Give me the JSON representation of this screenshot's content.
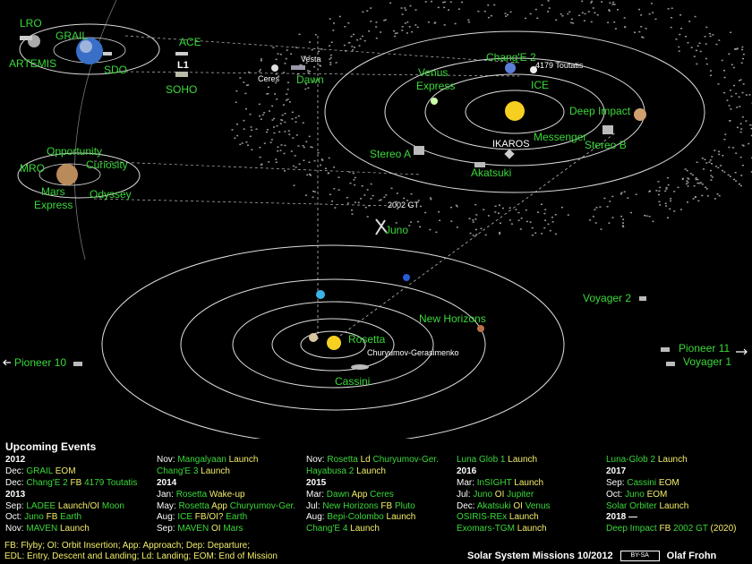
{
  "earth_system": {
    "labels": [
      "LRO",
      "GRAIL",
      "ARTEMIS",
      "SDO",
      "ACE",
      "L1",
      "SOHO"
    ]
  },
  "small_bodies": {
    "ceres": "Ceres",
    "vesta": "Vesta",
    "dawn": "Dawn",
    "gt": "2002 GT",
    "juno": "Juno",
    "toutatis": "4179 Toutatis"
  },
  "inner_system": {
    "labels": [
      "Chang'E 2",
      "ICE",
      "Venus Express",
      "Deep Impact",
      "Messenger",
      "Stereo B",
      "Stereo A",
      "IKAROS",
      "Akatsuki"
    ]
  },
  "mars_system": {
    "labels": [
      "Opportunity",
      "MRO",
      "Curiosity",
      "Mars Express",
      "Odyssey"
    ]
  },
  "outer_system": {
    "rosetta": "Rosetta",
    "comet": "Churyumov-Gerasimenko",
    "cassini": "Cassini",
    "new_horizons": "New Horizons"
  },
  "far_probes": {
    "pioneer10": "Pioneer 10",
    "pioneer11": "Pioneer 11",
    "voyager1": "Voyager 1",
    "voyager2": "Voyager 2"
  },
  "events": {
    "title": "Upcoming Events",
    "col1": [
      [
        "2012",
        "yr"
      ],
      [
        "Dec: |GRAIL| EOM",
        ""
      ],
      [
        "Dec: |Chang'E 2| FB |4179 Toutatis",
        ""
      ],
      [
        "2013",
        "yr"
      ],
      [
        "Sep: |LADEE| Launch/OI |Moon",
        ""
      ],
      [
        "Oct: |Juno| FB |Earth",
        ""
      ],
      [
        "Nov: |MAVEN| Launch",
        ""
      ]
    ],
    "col2": [
      [
        "Nov: |Mangalyaan| Launch",
        ""
      ],
      [
        "|Chang'E 3| Launch",
        ""
      ],
      [
        "2014",
        "yr"
      ],
      [
        "Jan: |Rosetta| Wake-up",
        ""
      ],
      [
        "May: |Rosetta| App |Churyumov-Ger.",
        ""
      ],
      [
        "Aug: |ICE| FB/OI? |Earth",
        ""
      ],
      [
        "Sep: |MAVEN| OI |Mars",
        ""
      ]
    ],
    "col3": [
      [
        "Nov: |Rosetta| Ld |Churyumov-Ger.",
        ""
      ],
      [
        "|Hayabusa 2| Launch",
        ""
      ],
      [
        "2015",
        "yr"
      ],
      [
        "Mar: |Dawn| App |Ceres",
        ""
      ],
      [
        "Jul: |New Horizons| FB |Pluto",
        ""
      ],
      [
        "Aug: |Bepi-Colombo| Launch",
        ""
      ],
      [
        "|Chang'E 4| Launch",
        ""
      ]
    ],
    "col4": [
      [
        "|Luna Glob 1| Launch",
        ""
      ],
      [
        "2016",
        "yr"
      ],
      [
        "Mar: |InSIGHT| Launch",
        ""
      ],
      [
        "Jul: |Juno| OI |Jupiter",
        ""
      ],
      [
        "Dec: |Akatsuki| OI |Venus",
        ""
      ],
      [
        "|OSIRIS-REx| Launch",
        ""
      ],
      [
        "|Exomars-TGM| Launch",
        ""
      ]
    ],
    "col5": [
      [
        "|Luna-Glob 2| Launch",
        ""
      ],
      [
        "2017",
        "yr"
      ],
      [
        "Sep: |Cassini| EOM",
        ""
      ],
      [
        "Oct: |Juno| EOM",
        ""
      ],
      [
        "|Solar Orbiter| Launch",
        ""
      ],
      [
        "2018 —",
        "yr"
      ],
      [
        "|Deep Impact| FB |2002 GT| (2020)",
        ""
      ]
    ]
  },
  "legend": {
    "line1": "FB: Flyby; OI: Orbit Insertion; App: Approach; Dep: Departure;",
    "line2": "EDL: Entry, Descent and Landing; Ld: Landing; EOM: End of Mission"
  },
  "footer": {
    "title": "Solar System Missions 10/2012",
    "license": "BY-SA",
    "author": "Olaf Frohn"
  }
}
